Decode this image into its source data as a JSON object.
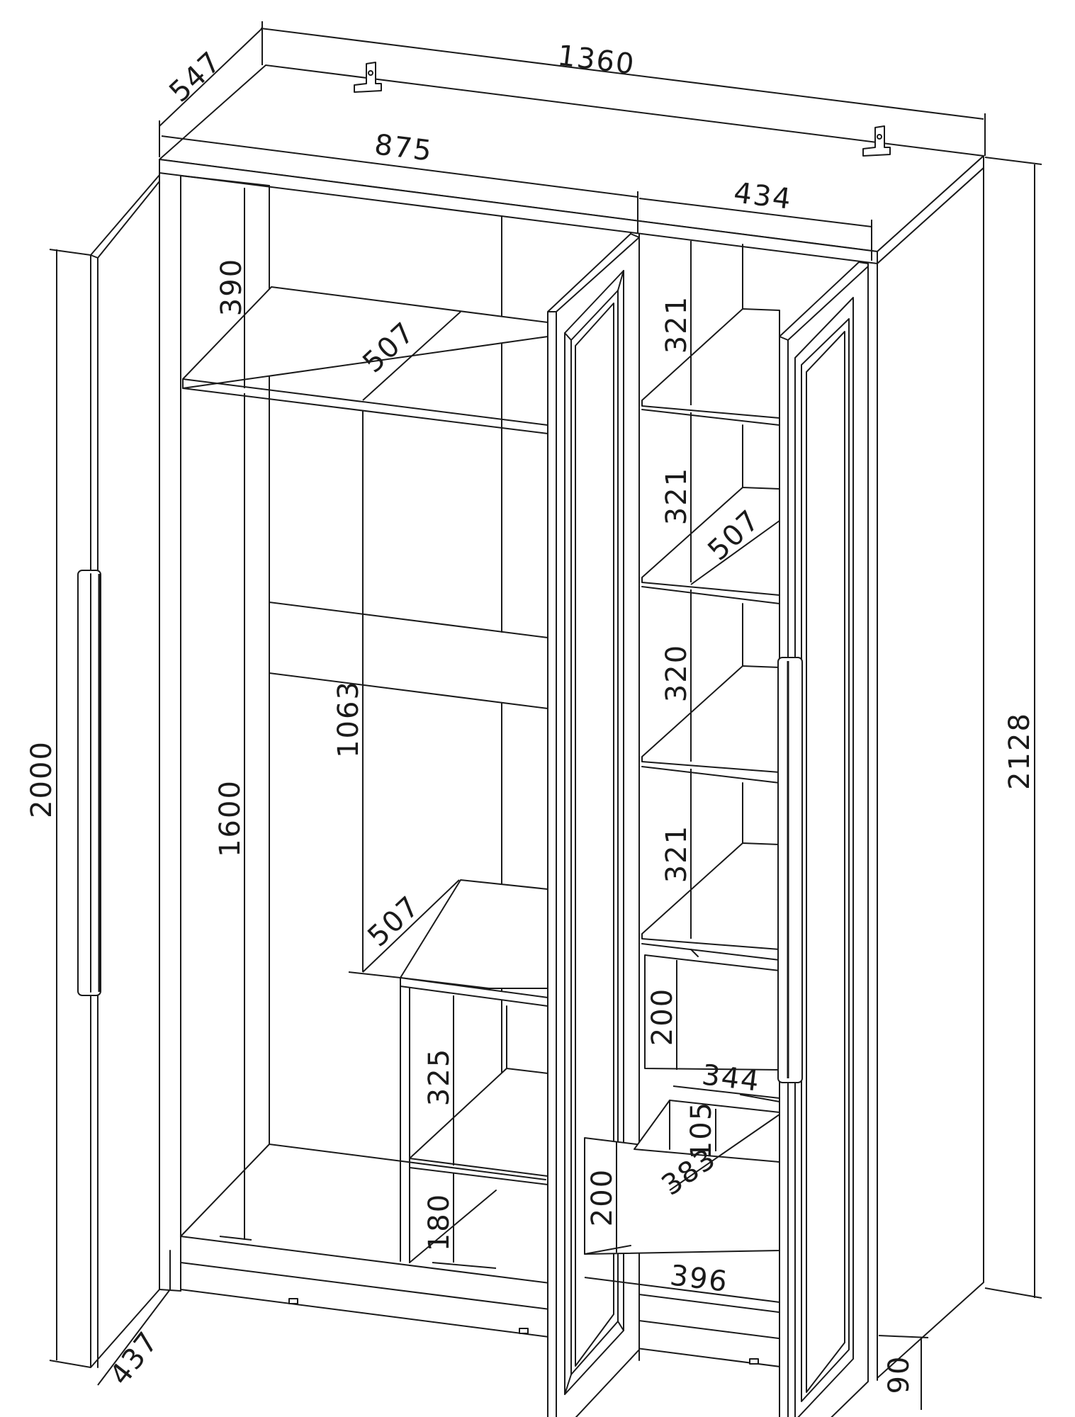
{
  "dimensions": {
    "overall_width": "1360",
    "depth": "547",
    "overall_height": "2128",
    "door_height": "2000",
    "plinth_height": "90",
    "left_section_width": "875",
    "right_section_width": "434",
    "top_shelf_height": "390",
    "hanging_height": "1600",
    "rail_height": "1063",
    "shelf_depth_top": "507",
    "shelf_depth_lower": "507",
    "shelf_depth_right": "507",
    "small_cabinet_height": "325",
    "bottom_gap": "180",
    "right_shelf_1": "321",
    "right_shelf_2": "321",
    "right_shelf_3": "320",
    "right_shelf_4": "321",
    "drawer_front_upper": "200",
    "drawer_front_lower": "200",
    "drawer_inner_width": "344",
    "drawer_inner_height": "105",
    "drawer_inner_depth": "383",
    "drawer_width": "396",
    "door_swing": "437"
  },
  "colors": {
    "line": "#1a1a1a",
    "background": "#ffffff"
  }
}
